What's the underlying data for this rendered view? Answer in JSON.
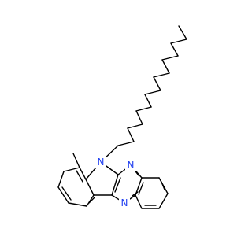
{
  "molecule": {
    "atom_labels": {
      "n_indole": "N",
      "n_pyrazine_top": "N",
      "n_pyrazine_bottom": "N"
    },
    "colors": {
      "bond": "#000000",
      "nitrogen": "#1f3ef0",
      "background": "#ffffff"
    }
  }
}
